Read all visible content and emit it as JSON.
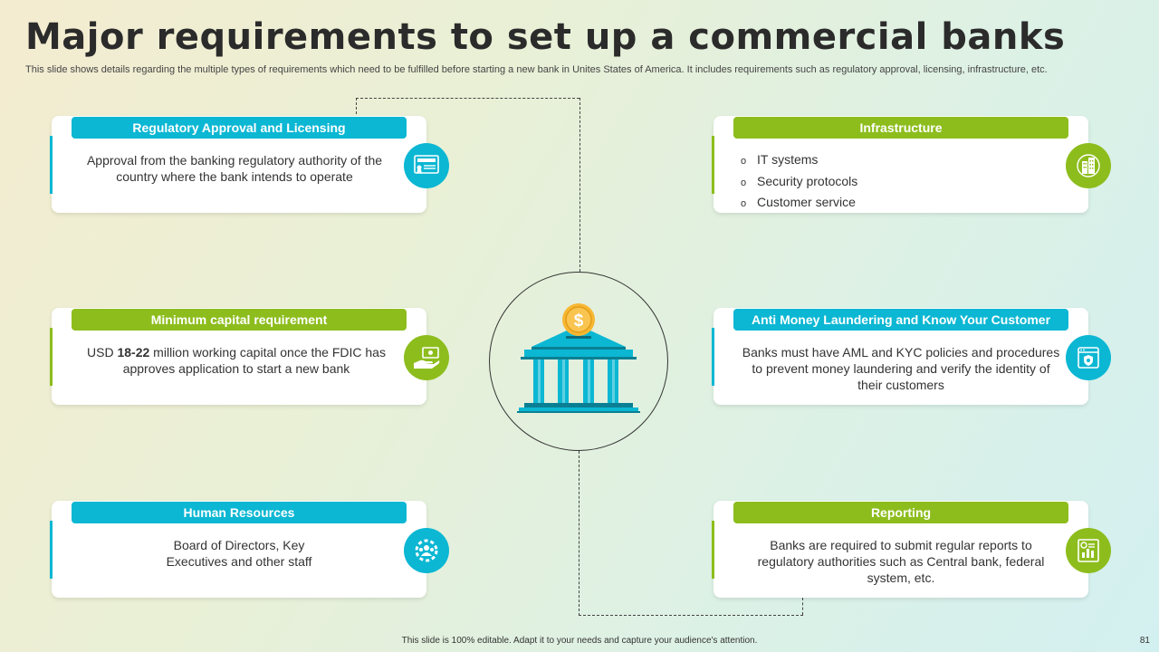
{
  "slide": {
    "title": "Major requirements to set up a commercial banks",
    "subtitle": "This slide shows details regarding the multiple types of requirements which need to be fulfilled before starting a new bank in Unites States of America. It includes requirements such as regulatory approval, licensing, infrastructure, etc.",
    "footer": "This slide is 100% editable.  Adapt it to your needs and capture your audience's attention.",
    "page_number": "81"
  },
  "colors": {
    "blue": "#0bb7d3",
    "green": "#8dbd1d",
    "title": "#2b2b2b"
  },
  "cards": {
    "regulatory": {
      "header": "Regulatory Approval and Licensing",
      "body": "Approval from the banking regulatory authority of the country where the bank intends to operate",
      "icon": "license-certificate-icon"
    },
    "capital": {
      "header": "Minimum capital requirement",
      "body_prefix": "USD ",
      "body_bold": "18-22",
      "body_suffix": " million  working capital once the FDIC has approves application to start a new bank",
      "icon": "cash-hand-icon"
    },
    "hr": {
      "header": "Human Resources",
      "body": "Board of Directors, Key Executives and other staff",
      "icon": "team-gear-icon"
    },
    "infrastructure": {
      "header": "Infrastructure",
      "items": [
        "IT systems",
        "Security protocols",
        "Customer service"
      ],
      "icon": "buildings-globe-icon"
    },
    "aml": {
      "header": "Anti Money Laundering and Know Your Customer",
      "body": "Banks must have AML and KYC policies and procedures to prevent money laundering and verify the identity of their customers",
      "icon": "web-shield-icon"
    },
    "reporting": {
      "header": "Reporting",
      "body": "Banks are required to submit regular reports to regulatory authorities such as Central bank, federal system, etc.",
      "icon": "report-chart-icon"
    }
  },
  "center": {
    "icon": "bank-building-coin-icon",
    "coin_symbol": "$"
  }
}
